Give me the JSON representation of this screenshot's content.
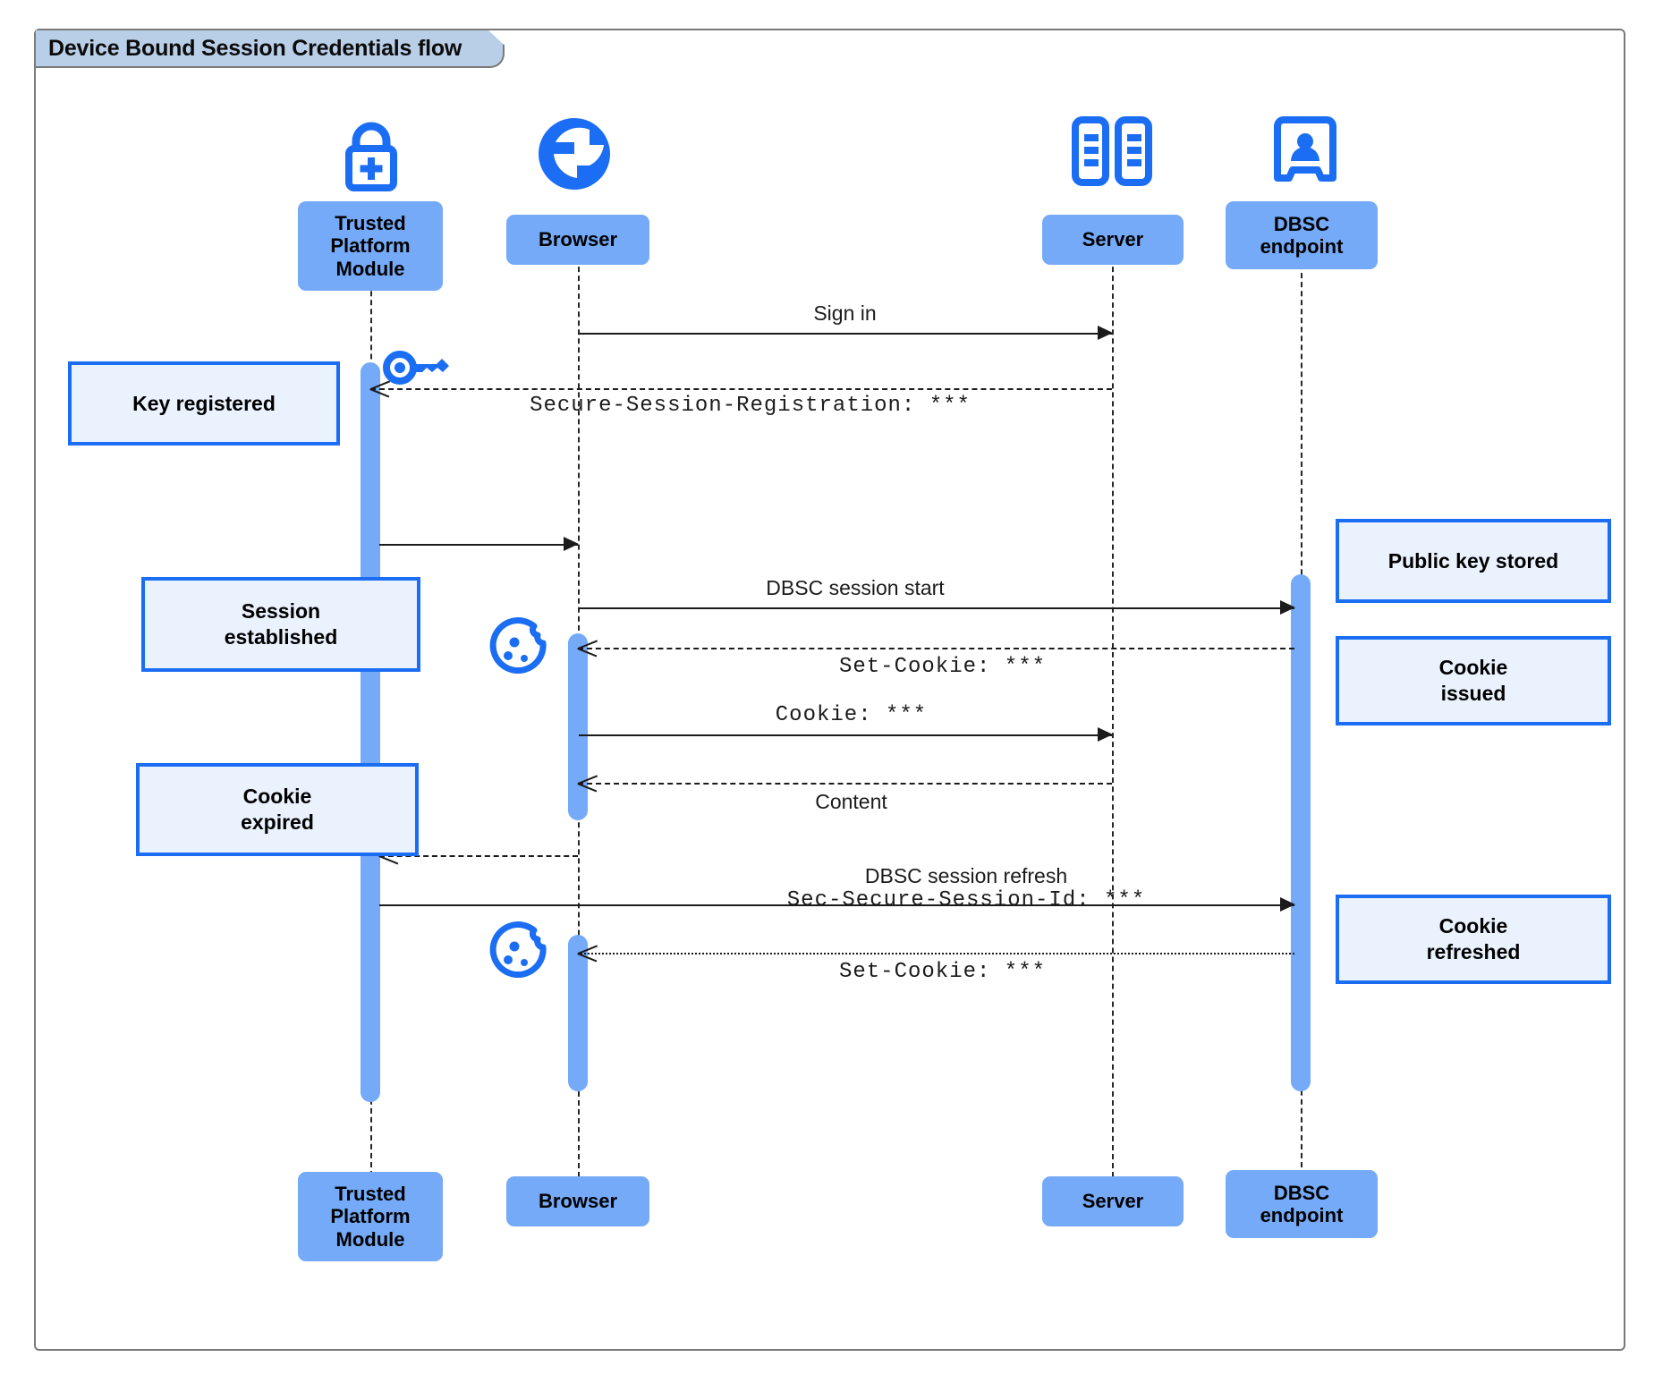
{
  "diagram": {
    "title": "Device Bound Session Credentials flow",
    "type": "uml-sequence-diagram",
    "colors": {
      "participant_fill": "#74aaf8",
      "note_fill": "#eaf2fe",
      "note_border": "#1b6ef3",
      "icon_blue": "#1b6ef3",
      "activation_fill": "#74aaf8",
      "frame_border": "#7a7a7a",
      "frame_tab_fill": "#b9cfe8",
      "line_color": "#1b1b1b"
    }
  },
  "participants": [
    {
      "id": "tpm",
      "label": "Trusted\nPlatform\nModule",
      "label_line1": "Trusted",
      "label_line2": "Platform",
      "label_line3": "Module",
      "icon": "padlock-plus-icon"
    },
    {
      "id": "browser",
      "label": "Browser",
      "icon": "globe-icon"
    },
    {
      "id": "server",
      "label": "Server",
      "icon": "server-racks-icon"
    },
    {
      "id": "dbsc",
      "label": "DBSC\nendpoint",
      "label_line1": "DBSC",
      "label_line2": "endpoint",
      "icon": "id-badge-icon"
    }
  ],
  "messages": [
    {
      "id": "m1",
      "from": "browser",
      "to": "server",
      "label": "Sign in",
      "style": "solid",
      "direction": "right"
    },
    {
      "id": "m2",
      "from": "server",
      "to": "tpm",
      "label": "Secure-Session-Registration: ***",
      "font": "mono",
      "style": "dashed",
      "direction": "left"
    },
    {
      "id": "m3",
      "from": "tpm",
      "to": "browser",
      "label": "",
      "style": "solid",
      "direction": "right"
    },
    {
      "id": "m4",
      "from": "browser",
      "to": "dbsc",
      "label": "DBSC session start",
      "style": "solid",
      "direction": "right"
    },
    {
      "id": "m5",
      "from": "dbsc",
      "to": "browser",
      "label": "Set-Cookie: ***",
      "font": "mono",
      "style": "dashed",
      "direction": "left"
    },
    {
      "id": "m6",
      "from": "browser",
      "to": "server",
      "label": "Cookie: ***",
      "font": "mono",
      "style": "solid",
      "direction": "right"
    },
    {
      "id": "m7",
      "from": "server",
      "to": "browser",
      "label": "Content",
      "style": "dashed",
      "direction": "left"
    },
    {
      "id": "m8",
      "from": "browser",
      "to": "tpm",
      "label": "",
      "style": "dashed",
      "direction": "left"
    },
    {
      "id": "m9",
      "from": "tpm",
      "to": "dbsc",
      "label_line1": "DBSC session refresh",
      "label_line2": "Sec-Secure-Session-Id: ***",
      "style": "solid",
      "direction": "right"
    },
    {
      "id": "m10",
      "from": "dbsc",
      "to": "browser",
      "label": "Set-Cookie: ***",
      "font": "mono",
      "style": "dotted",
      "direction": "left"
    }
  ],
  "notes": [
    {
      "id": "n1",
      "text": "Key registered",
      "line1": "Key registered",
      "side": "left",
      "anchor": "tpm"
    },
    {
      "id": "n2",
      "text": "Session established",
      "line1": "Session",
      "line2": "established",
      "side": "left",
      "anchor": "tpm"
    },
    {
      "id": "n3",
      "text": "Cookie expired",
      "line1": "Cookie",
      "line2": "expired",
      "side": "left",
      "anchor": "tpm"
    },
    {
      "id": "n4",
      "text": "Public key stored",
      "line1": "Public key stored",
      "side": "right",
      "anchor": "dbsc"
    },
    {
      "id": "n5",
      "text": "Cookie issued",
      "line1": "Cookie",
      "line2": "issued",
      "side": "right",
      "anchor": "dbsc"
    },
    {
      "id": "n6",
      "text": "Cookie refreshed",
      "line1": "Cookie",
      "line2": "refreshed",
      "side": "right",
      "anchor": "dbsc"
    }
  ],
  "inline_icons": [
    {
      "id": "key1",
      "name": "key-icon",
      "near": "tpm"
    },
    {
      "id": "cookie1",
      "name": "cookie-icon",
      "near": "browser"
    },
    {
      "id": "cookie2",
      "name": "cookie-icon",
      "near": "browser"
    }
  ]
}
